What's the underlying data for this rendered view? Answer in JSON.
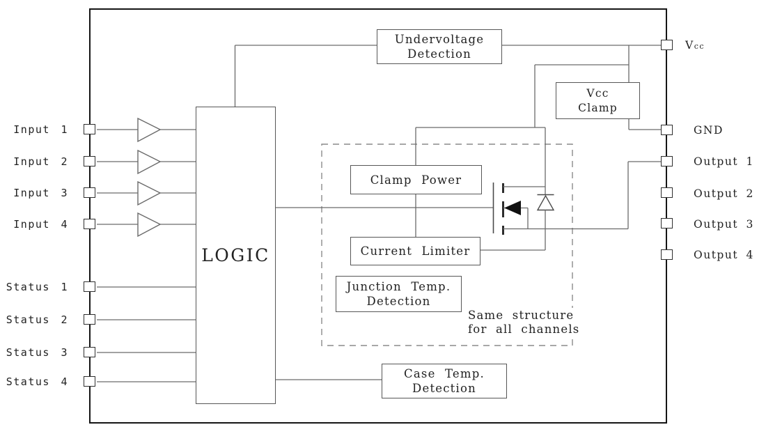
{
  "colors": {
    "wire": "#6a6a6a",
    "border": "#151515",
    "box_border": "#565656",
    "text": "#222222",
    "dashed": "#8a8a8a",
    "fill": "#ffffff",
    "mosfet": "#111111"
  },
  "pins": {
    "left": [
      {
        "label": "Input 1"
      },
      {
        "label": "Input 2"
      },
      {
        "label": "Input 3"
      },
      {
        "label": "Input 4"
      },
      {
        "label": "Status 1"
      },
      {
        "label": "Status 2"
      },
      {
        "label": "Status 3"
      },
      {
        "label": "Status 4"
      }
    ],
    "right": {
      "vcc": {
        "label_main": "V",
        "label_sub": "cc"
      },
      "gnd": {
        "label": "GND"
      },
      "outputs": [
        {
          "label": "Output 1"
        },
        {
          "label": "Output 2"
        },
        {
          "label": "Output 3"
        },
        {
          "label": "Output 4"
        }
      ]
    }
  },
  "blocks": {
    "logic": {
      "label": "LOGIC"
    },
    "undervoltage": {
      "line1": "Undervoltage",
      "line2": "Detection"
    },
    "vcc_clamp": {
      "line1": "Vcc",
      "line2": "Clamp"
    },
    "clamp_power": {
      "label": "Clamp Power"
    },
    "current_limiter": {
      "label": "Current Limiter"
    },
    "junction_temp": {
      "line1": "Junction Temp.",
      "line2": "Detection"
    },
    "case_temp": {
      "line1": "Case Temp.",
      "line2": "Detection"
    }
  },
  "annotation": {
    "line1": "Same structure",
    "line2": "for all channels"
  }
}
